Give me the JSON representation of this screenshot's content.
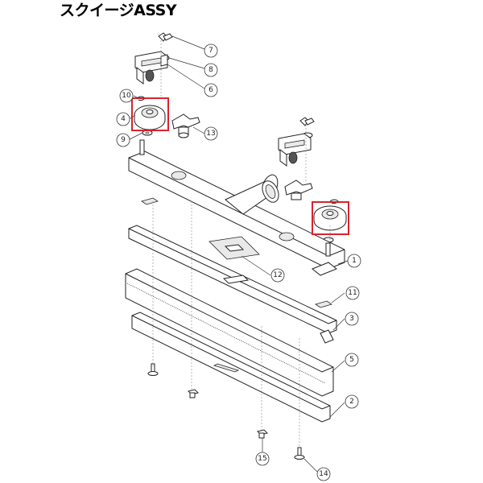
{
  "title": "スクイージASSY",
  "highlight_color": "#d9232e",
  "callouts": [
    {
      "id": "c7",
      "label": "7"
    },
    {
      "id": "c8",
      "label": "8"
    },
    {
      "id": "c6",
      "label": "6"
    },
    {
      "id": "c10",
      "label": "10"
    },
    {
      "id": "c4",
      "label": "4"
    },
    {
      "id": "c13",
      "label": "13"
    },
    {
      "id": "c9",
      "label": "9"
    },
    {
      "id": "c1",
      "label": "1"
    },
    {
      "id": "c12",
      "label": "12"
    },
    {
      "id": "c11",
      "label": "11"
    },
    {
      "id": "c3",
      "label": "3"
    },
    {
      "id": "c5",
      "label": "5"
    },
    {
      "id": "c2",
      "label": "2"
    },
    {
      "id": "c15",
      "label": "15"
    },
    {
      "id": "c14",
      "label": "14"
    }
  ]
}
